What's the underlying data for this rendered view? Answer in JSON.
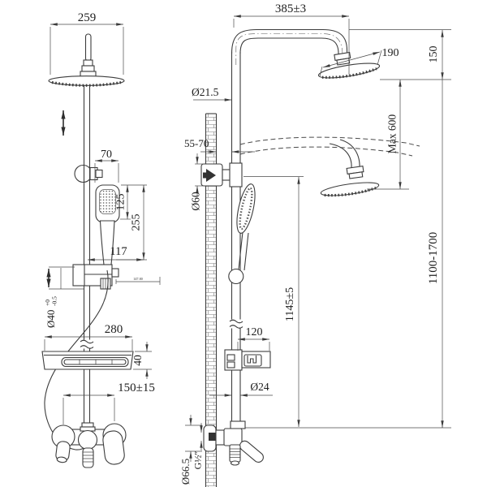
{
  "drawing": {
    "kind": "shower-column-technical-drawing",
    "front_view": {
      "dims": {
        "head_width": "259",
        "hand_shower_width": "70",
        "hand_shower_head_len": "125",
        "hand_shower_len": "255",
        "bracket_offset": "117",
        "micro_dim": "147.00",
        "slide_dia": "Ø40",
        "slide_dia_tol_up": "+0",
        "slide_dia_tol_dn": "-0.5",
        "shelf_width": "280",
        "shelf_height": "40",
        "inlet_spacing": "150±15"
      }
    },
    "side_view": {
      "dims": {
        "arm_reach": "385±3",
        "head_dia": "190",
        "head_drop": "150",
        "arm_pipe_dia": "Ø21.5",
        "wall_clearance": "55-70",
        "max_travel": "Max 600",
        "bracket_dia": "Ø60",
        "bracket_to_inlet": "1145±5",
        "overall_height": "1100-1700",
        "shelf_depth": "120",
        "riser_dia": "Ø24",
        "escutcheon_dia": "Ø66.5",
        "thread_size": "G½″"
      }
    }
  }
}
